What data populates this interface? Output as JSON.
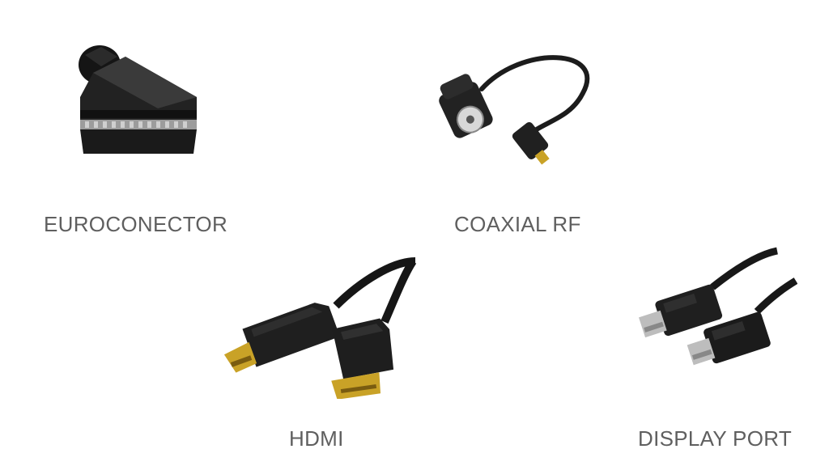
{
  "items": [
    {
      "label": "EUROCONECTOR",
      "icon": "scart-connector-icon"
    },
    {
      "label": "COAXIAL RF",
      "icon": "coaxial-rf-cable-icon"
    },
    {
      "label": "HDMI",
      "icon": "hdmi-cable-icon"
    },
    {
      "label": "DISPLAY PORT",
      "icon": "displayport-cable-icon"
    }
  ],
  "colors": {
    "label": "#5f5f5f",
    "plastic": "#1c1c1c",
    "gold": "#c9a227",
    "metal": "#b8b8b8"
  }
}
